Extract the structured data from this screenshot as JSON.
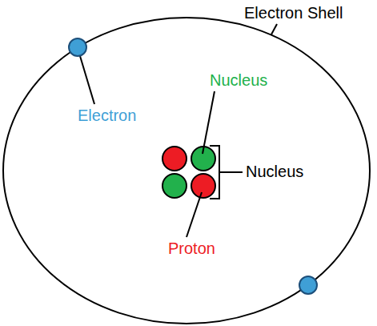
{
  "diagram": {
    "labels": [
      "Electron Shell",
      "Electron",
      "Nucleus",
      "Nucleus",
      "Proton"
    ]
  }
}
